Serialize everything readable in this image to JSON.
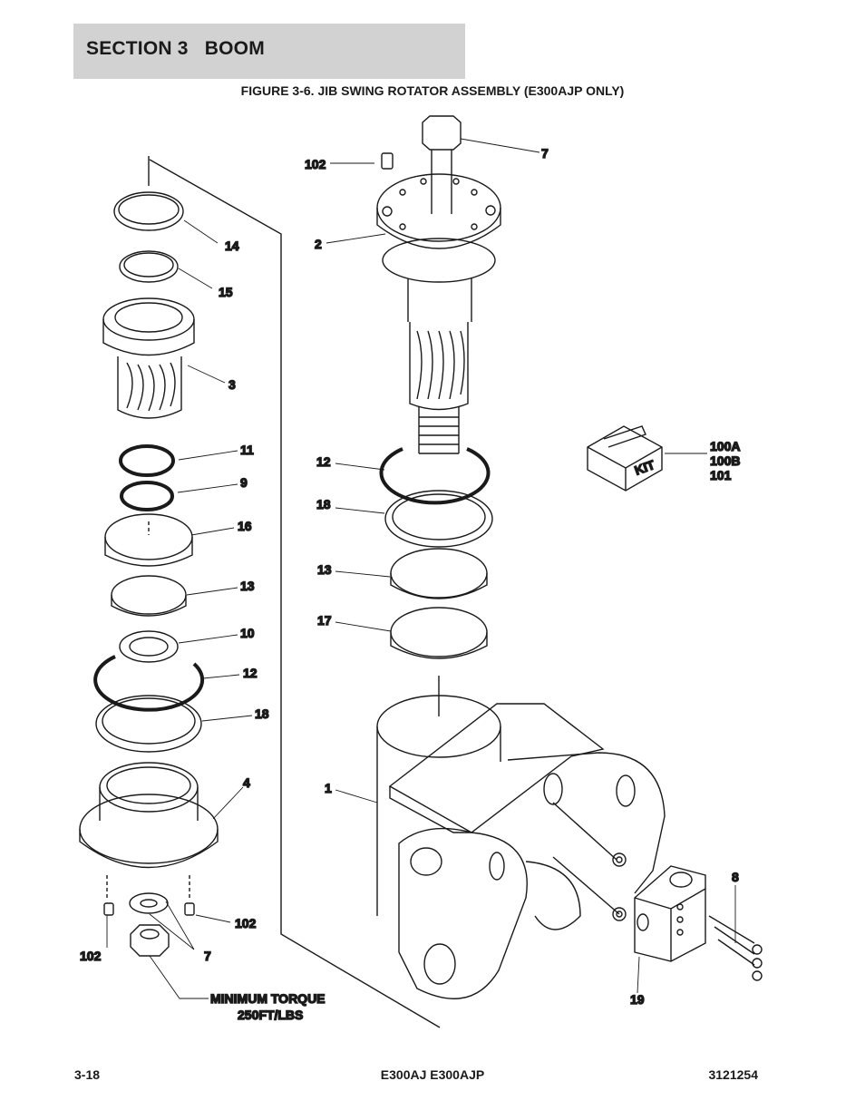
{
  "header": {
    "section_title": "SECTION 3   BOOM"
  },
  "figure": {
    "title": "FIGURE 3-6. JIB SWING ROTATOR ASSEMBLY (E300AJP ONLY)"
  },
  "callouts": {
    "c7_top": "7",
    "c102_top": "102",
    "c2": "2",
    "c14": "14",
    "c15": "15",
    "c3": "3",
    "c11": "11",
    "c9": "9",
    "c16": "16",
    "c13_left": "13",
    "c10": "10",
    "c12_left": "12",
    "c18_left": "18",
    "c4": "4",
    "c102_bot_right": "102",
    "c102_bot_left": "102",
    "c7_bot": "7",
    "c12_right": "12",
    "c18_right": "18",
    "c13_right": "13",
    "c17": "17",
    "c1": "1",
    "c100a": "100A",
    "c100b": "100B",
    "c101": "101",
    "c8": "8",
    "c19": "19",
    "kit_label": "KIT",
    "torque_line1": "MINIMUM TORQUE",
    "torque_line2": "250FT/LBS"
  },
  "footer": {
    "page_number": "3-18",
    "model": "E300AJ E300AJP",
    "doc_number": "3121254"
  }
}
